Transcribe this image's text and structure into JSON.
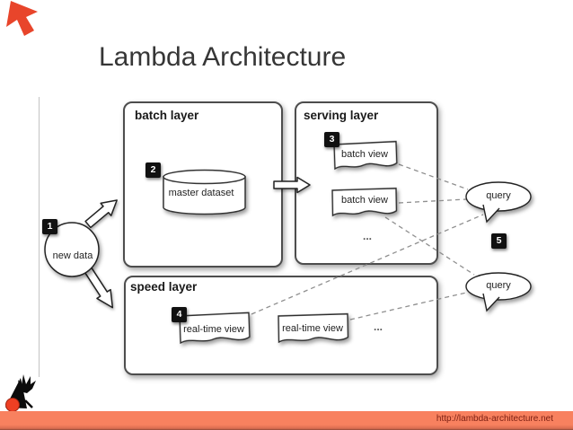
{
  "slide": {
    "title": "Lambda Architecture",
    "footer": {
      "url": "http://lambda-architecture.net"
    }
  },
  "colors": {
    "accent_red": "#e8452b",
    "footer_bar": "#f8815f",
    "footer_text": "#7d2013",
    "badge_bg": "#111111",
    "title_text": "#363636"
  },
  "icons": {
    "corner_mark": "red-angular-mark",
    "footer_logo": "lambda-hand-logo"
  },
  "diagram": {
    "layers": [
      {
        "label": "batch layer"
      },
      {
        "label": "serving layer"
      },
      {
        "label": "speed layer"
      }
    ],
    "badges": [
      "1",
      "2",
      "3",
      "4",
      "5"
    ],
    "nodes": {
      "new_data": "new data",
      "master_dataset": "master dataset",
      "batch_view_1": "batch view",
      "batch_view_2": "batch view",
      "serving_more": "...",
      "real_time_view_1": "real-time view",
      "real_time_view_2": "real-time view",
      "speed_more": "...",
      "query_1": "query",
      "query_2": "query"
    },
    "connections": [
      "new data → batch layer",
      "new data → speed layer",
      "master dataset → serving layer",
      "batch view 1 ⇢ query 1",
      "batch view 2 ⇢ query 1",
      "batch view 2 ⇢ query 2",
      "real-time view 1 ⇢ query 1",
      "real-time view 2 ⇢ query 2"
    ]
  }
}
